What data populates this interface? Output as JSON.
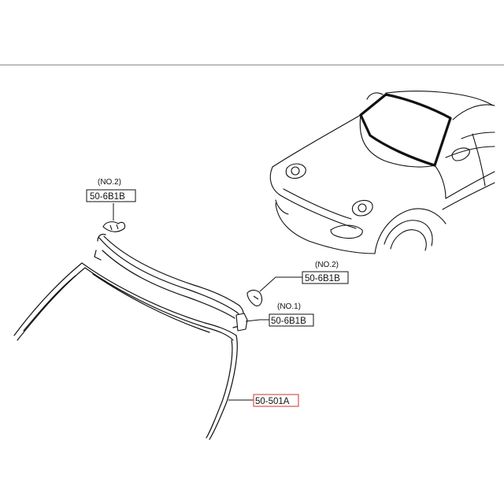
{
  "callouts": {
    "top_note": "(NO.2)",
    "top_part": "50-6B1B",
    "mid_note": "(NO.2)",
    "mid_part": "50-6B1B",
    "low_note": "(NO.1)",
    "low_part": "50-6B1B",
    "main_part": "50-501A"
  },
  "colors": {
    "line": "#111111",
    "highlight_box": "#d9534f",
    "rule": "#8a8a8a"
  }
}
